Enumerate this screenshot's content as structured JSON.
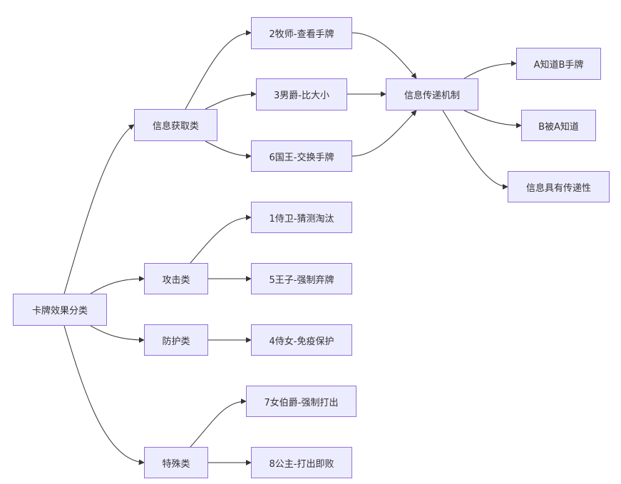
{
  "diagram": {
    "type": "flowchart",
    "direction": "left-to-right",
    "colors": {
      "node_fill": "#ececff",
      "node_border": "#9370db",
      "text": "#333333",
      "edge": "#333333",
      "background": "#ffffff"
    },
    "nodes": [
      {
        "id": "root",
        "label": "卡牌效果分类"
      },
      {
        "id": "info",
        "label": "信息获取类"
      },
      {
        "id": "attack",
        "label": "攻击类"
      },
      {
        "id": "defense",
        "label": "防护类"
      },
      {
        "id": "special",
        "label": "特殊类"
      },
      {
        "id": "priest",
        "label": "2牧师-查看手牌"
      },
      {
        "id": "baron",
        "label": "3男爵-比大小"
      },
      {
        "id": "king",
        "label": "6国王-交换手牌"
      },
      {
        "id": "guard",
        "label": "1侍卫-猜测淘汰"
      },
      {
        "id": "prince",
        "label": "5王子-强制弃牌"
      },
      {
        "id": "handmaid",
        "label": "4侍女-免疫保护"
      },
      {
        "id": "countess",
        "label": "7女伯爵-强制打出"
      },
      {
        "id": "princess",
        "label": "8公主-打出即败"
      },
      {
        "id": "mechanism",
        "label": "信息传递机制"
      },
      {
        "id": "a_knows",
        "label": "A知道B手牌"
      },
      {
        "id": "b_known",
        "label": "B被A知道"
      },
      {
        "id": "transitive",
        "label": "信息具有传递性"
      }
    ],
    "edges": [
      {
        "from": "root",
        "to": "info"
      },
      {
        "from": "root",
        "to": "attack"
      },
      {
        "from": "root",
        "to": "defense"
      },
      {
        "from": "root",
        "to": "special"
      },
      {
        "from": "info",
        "to": "priest"
      },
      {
        "from": "info",
        "to": "baron"
      },
      {
        "from": "info",
        "to": "king"
      },
      {
        "from": "attack",
        "to": "guard"
      },
      {
        "from": "attack",
        "to": "prince"
      },
      {
        "from": "defense",
        "to": "handmaid"
      },
      {
        "from": "special",
        "to": "countess"
      },
      {
        "from": "special",
        "to": "princess"
      },
      {
        "from": "priest",
        "to": "mechanism"
      },
      {
        "from": "baron",
        "to": "mechanism"
      },
      {
        "from": "king",
        "to": "mechanism"
      },
      {
        "from": "mechanism",
        "to": "a_knows"
      },
      {
        "from": "mechanism",
        "to": "b_known"
      },
      {
        "from": "mechanism",
        "to": "transitive"
      }
    ]
  }
}
